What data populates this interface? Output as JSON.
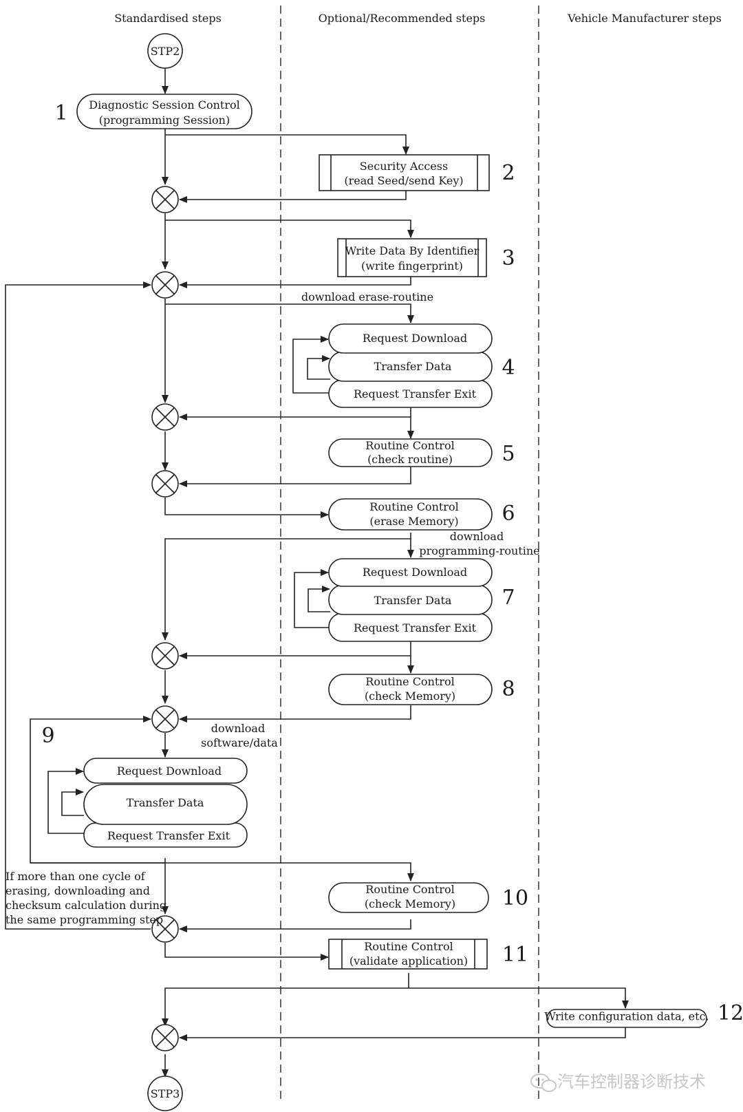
{
  "headers": {
    "standardised": "Standardised steps",
    "optional": "Optional/Recommended steps",
    "vehicle": "Vehicle Manufacturer steps"
  },
  "terminals": {
    "start": "STP2",
    "end": "STP3"
  },
  "numbers": [
    "1",
    "2",
    "3",
    "4",
    "5",
    "6",
    "7",
    "8",
    "9",
    "10",
    "11",
    "12"
  ],
  "steps": {
    "s1": [
      "Diagnostic Session Control",
      "(programming Session)"
    ],
    "s2": [
      "Security Access",
      "(read Seed/send Key)"
    ],
    "s3": [
      "Write Data By Identifier",
      "(write fingerprint)"
    ],
    "s4": [
      "Request Download",
      "Transfer Data",
      "Request Transfer Exit"
    ],
    "s5": [
      "Routine Control",
      "(check routine)"
    ],
    "s6": [
      "Routine Control",
      "(erase Memory)"
    ],
    "s7": [
      "Request Download",
      "Transfer Data",
      "Request Transfer Exit"
    ],
    "s8": [
      "Routine Control",
      "(check Memory)"
    ],
    "s9": [
      "Request Download",
      "Transfer Data",
      "Request Transfer Exit"
    ],
    "s10": [
      "Routine Control",
      "(check Memory)"
    ],
    "s11": [
      "Routine Control",
      "(validate application)"
    ],
    "s12": [
      "Write configuration data, etc."
    ]
  },
  "labels": {
    "erase_routine": "download erase-routine",
    "prog_routine": [
      "download",
      "programming-routine"
    ],
    "software": [
      "download",
      "software/data"
    ],
    "cycle_note": [
      "If more than one cycle of",
      "erasing, downloading and",
      "checksum calculation during",
      "the same programming step"
    ]
  },
  "watermark": "汽车控制器诊断技术"
}
